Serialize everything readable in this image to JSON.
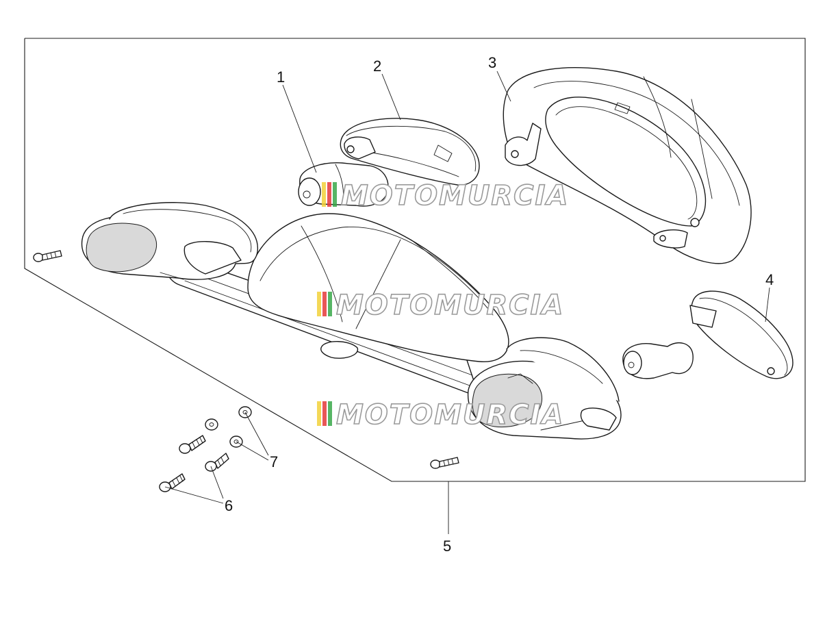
{
  "diagram": {
    "callouts": [
      {
        "id": "1",
        "label": "1"
      },
      {
        "id": "2",
        "label": "2"
      },
      {
        "id": "3",
        "label": "3"
      },
      {
        "id": "4",
        "label": "4"
      },
      {
        "id": "5",
        "label": "5"
      },
      {
        "id": "6",
        "label": "6"
      },
      {
        "id": "7",
        "label": "7"
      }
    ],
    "watermark": {
      "text": "MOTOMURCIA",
      "stripe_colors": [
        "#f2d13a",
        "#e53a3a",
        "#3aa84a"
      ]
    },
    "colors": {
      "line": "#1a1a1a",
      "background": "#ffffff"
    }
  }
}
